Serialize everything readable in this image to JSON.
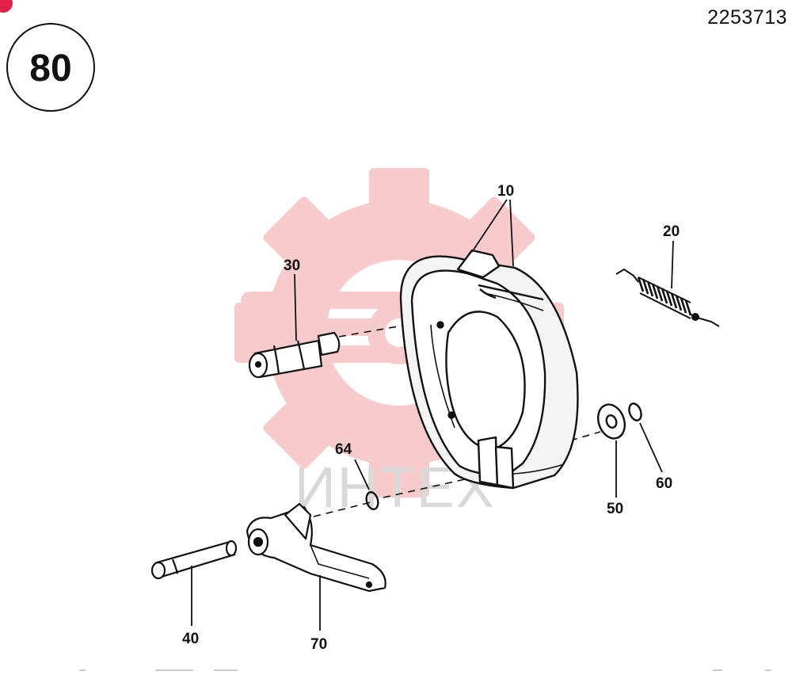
{
  "header": {
    "document_number": "2253713",
    "page_number": "80"
  },
  "watermark": {
    "text": "ИНТЕХ",
    "color": "#f7c9c9"
  },
  "callouts": [
    {
      "id": "callout-10",
      "label": "10"
    },
    {
      "id": "callout-20",
      "label": "20"
    },
    {
      "id": "callout-30",
      "label": "30"
    },
    {
      "id": "callout-40",
      "label": "40"
    },
    {
      "id": "callout-50",
      "label": "50"
    },
    {
      "id": "callout-60",
      "label": "60"
    },
    {
      "id": "callout-64",
      "label": "64"
    },
    {
      "id": "callout-70",
      "label": "70"
    }
  ],
  "colors": {
    "ink": "#111111",
    "accent_dot": "#e0224a"
  }
}
